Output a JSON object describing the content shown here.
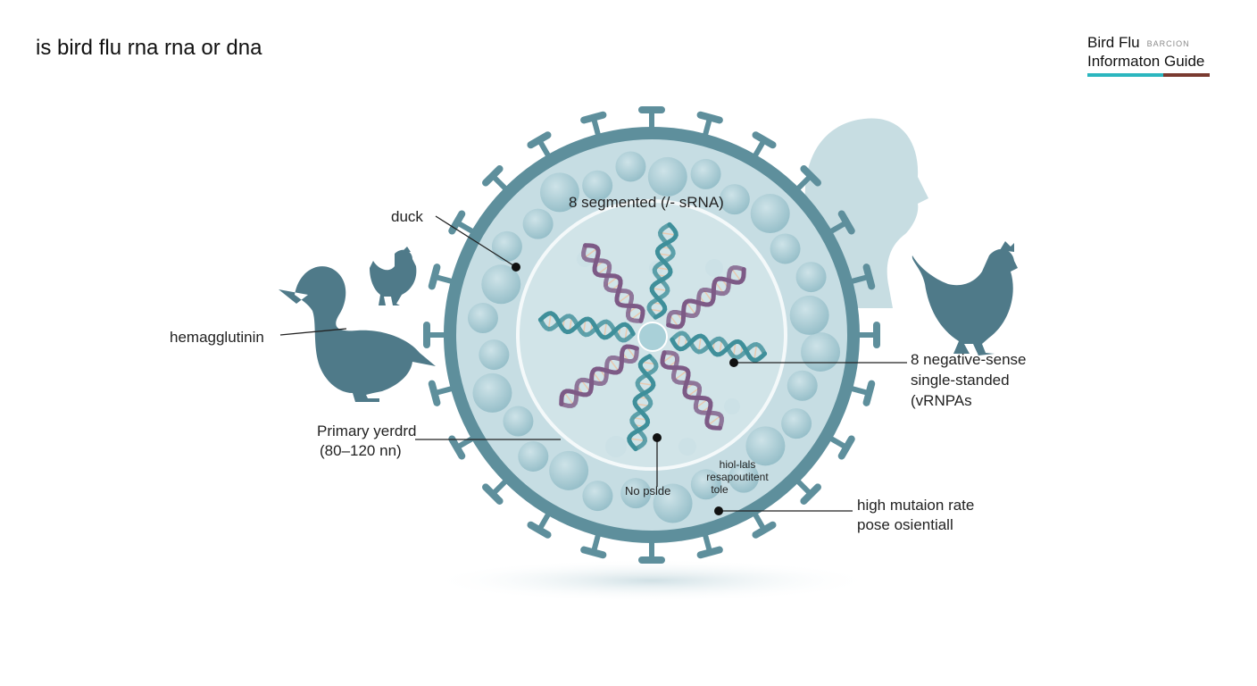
{
  "title": "is bird flu rna rna or dna",
  "brand": {
    "line1": "Bird Flu",
    "line1_small": "BARCION",
    "line2": "Informaton Guide",
    "bar_colors": [
      "#2bb6bf",
      "#7a3a30"
    ]
  },
  "labels": {
    "segmented": "8 segmented (/- sRNA)",
    "duck": "duck",
    "hemagglutinin": "hemagglutinin",
    "primary_line1": "Primary yerdrd",
    "primary_line2": "(80–120 nn)",
    "negative_line1": "8 negative-sense",
    "negative_line2": "single-standed",
    "negative_line3": "(vRNPAs",
    "no_pslde": "No pslde",
    "small_line1": "hiol-lals",
    "small_line2": "resapoutitent",
    "small_line3": "tole",
    "mutation_line1": "high mutaion rate",
    "mutation_line2": "pose osientiall"
  },
  "colors": {
    "virus_shell": "#5e8f9c",
    "virus_fill": "#c6dde3",
    "sphere": "#9fc6d0",
    "silhouette": "#4f7a89",
    "human_silhouette": "#c7dde2",
    "helix_teal": "#3f8f9a",
    "helix_purple": "#7d5a86",
    "leader": "#222222"
  },
  "icons": [
    "duck-silhouette-icon",
    "chicken-silhouette-icon",
    "human-head-silhouette-icon",
    "virus-icon",
    "rna-helix-icon"
  ]
}
